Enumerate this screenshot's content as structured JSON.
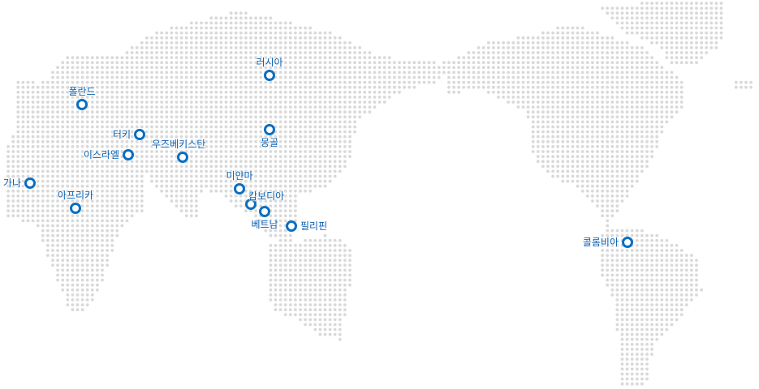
{
  "map": {
    "dot_color": "#d9d9d9",
    "marker_color": "#0a6fc2",
    "label_color": "#0a5fb0"
  },
  "markers": [
    {
      "id": "russia",
      "label": "러시아"
    },
    {
      "id": "poland",
      "label": "폴란드"
    },
    {
      "id": "turkey",
      "label": "터키"
    },
    {
      "id": "israel",
      "label": "이스라엘"
    },
    {
      "id": "uzbekistan",
      "label": "우즈베키스탄"
    },
    {
      "id": "mongolia",
      "label": "몽골"
    },
    {
      "id": "ghana",
      "label": "가나"
    },
    {
      "id": "africa",
      "label": "아프리카"
    },
    {
      "id": "myanmar",
      "label": "미얀마"
    },
    {
      "id": "cambodia",
      "label": "캄보디아"
    },
    {
      "id": "vietnam",
      "label": "베트남"
    },
    {
      "id": "philippines",
      "label": "필리핀"
    },
    {
      "id": "colombia",
      "label": "콜롬비아"
    }
  ]
}
